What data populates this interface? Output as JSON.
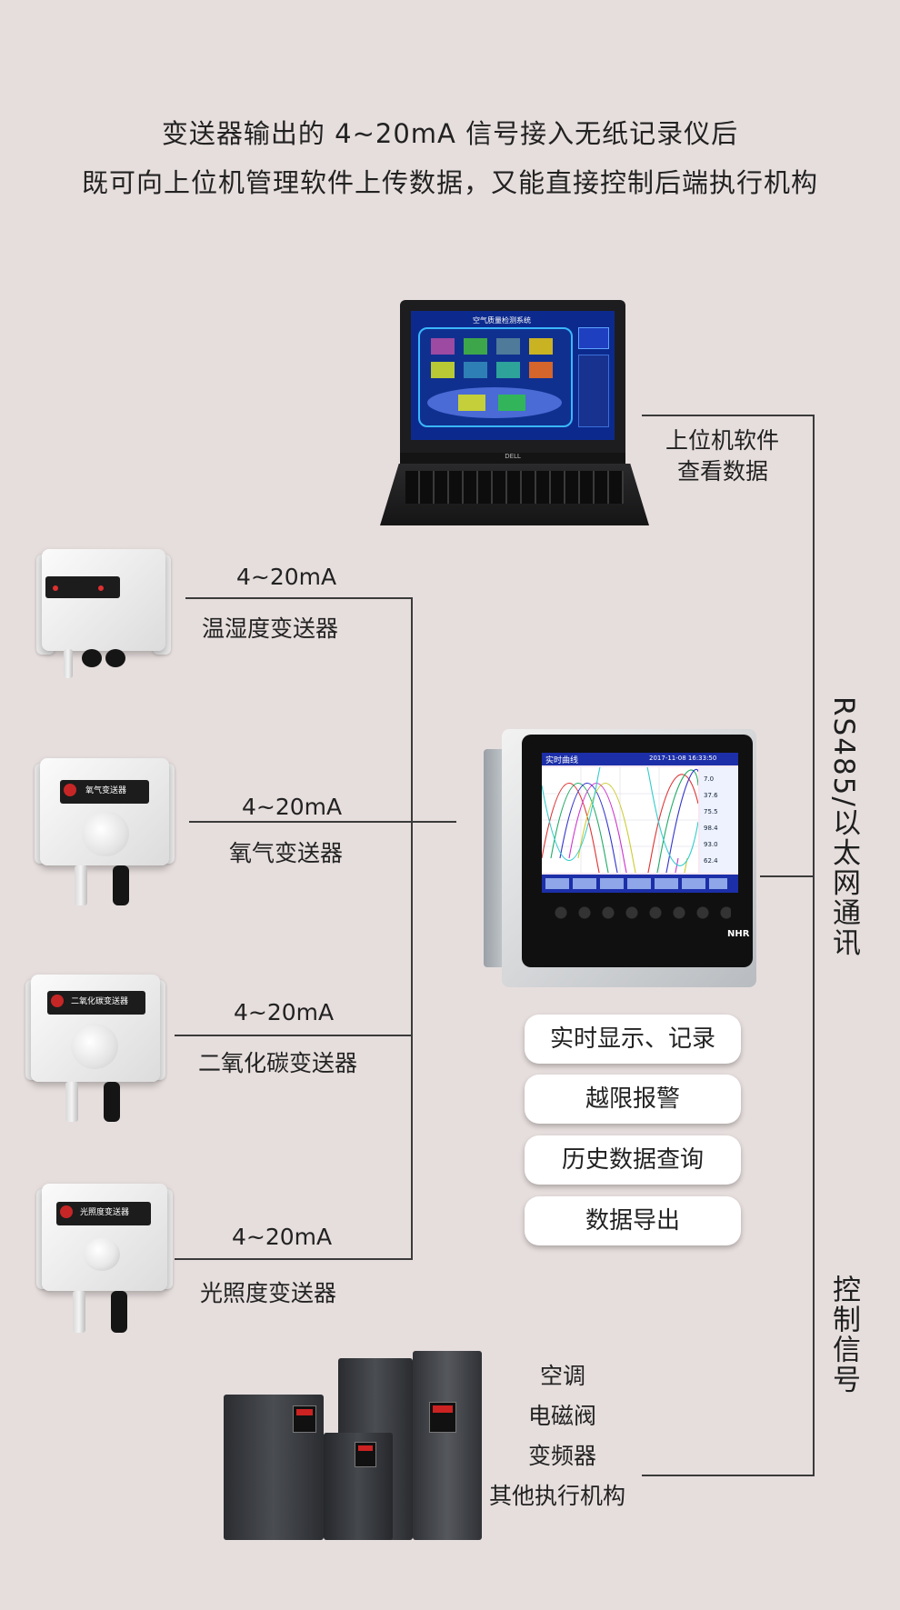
{
  "header": {
    "line1": "变送器输出的 4~20mA 信号接入无纸记录仪后",
    "line2": "既可向上位机管理软件上传数据，又能直接控制后端执行机构"
  },
  "laptop": {
    "screen_title": "空气质量检测系统",
    "brand": "DELL",
    "caption_line1": "上位机软件",
    "caption_line2": "查看数据"
  },
  "sensors": [
    {
      "signal": "4~20mA",
      "name": "温湿度变送器"
    },
    {
      "signal": "4~20mA",
      "name": "氧气变送器",
      "plate_text": "氧气变送器"
    },
    {
      "signal": "4~20mA",
      "name": "二氧化碳变送器",
      "plate_text": "二氧化碳变送器"
    },
    {
      "signal": "4~20mA",
      "name": "光照度变送器",
      "plate_text": "光照度变送器"
    }
  ],
  "recorder": {
    "screen_title": "实时曲线",
    "timestamp": "2017-11-08 16:33:50",
    "brand": "NHR",
    "readings": [
      "7.0",
      "37.6",
      "75.5",
      "98.4",
      "93.0",
      "62.4"
    ],
    "features": [
      "实时显示、记录",
      "越限报警",
      "历史数据查询",
      "数据导出"
    ]
  },
  "comm": {
    "rs485": "RS485/以太网通讯",
    "control": "控制信号"
  },
  "actuators": [
    "空调",
    "电磁阀",
    "变频器",
    "其他执行机构"
  ],
  "colors": {
    "background": "#e6dedd",
    "line": "#3a3a3a",
    "recorder_screen_header": "#1c2fa8"
  }
}
